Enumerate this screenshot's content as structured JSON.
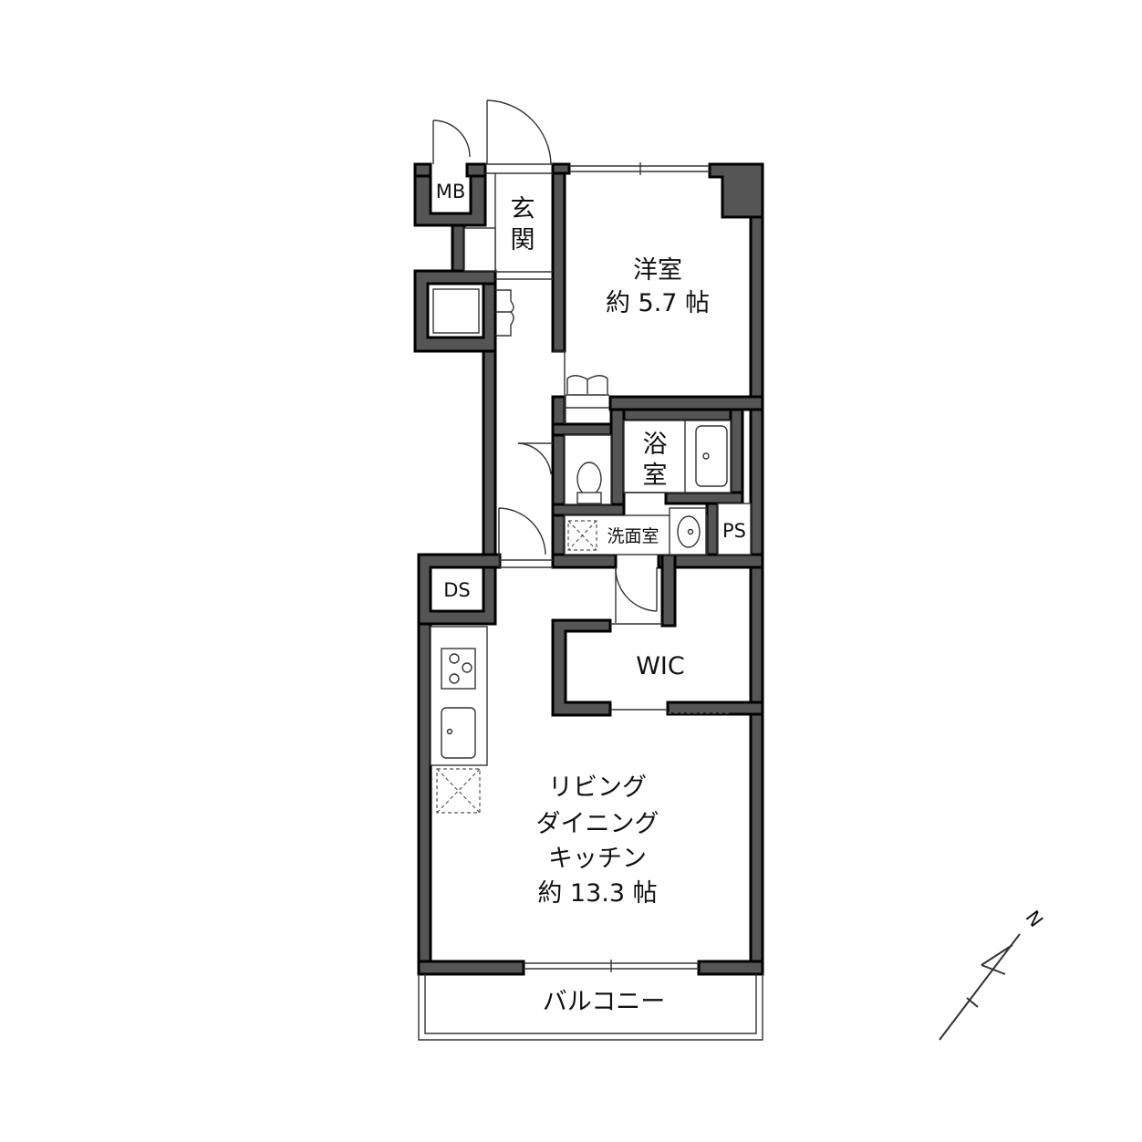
{
  "rooms": {
    "mb": "MB",
    "genkan": [
      "玄",
      "関"
    ],
    "yoshitsu": {
      "name": "洋室",
      "size": "約 5.7 帖"
    },
    "yokushitsu": [
      "浴",
      "室"
    ],
    "senmenshitsu": "洗面室",
    "ps": "PS",
    "ds": "DS",
    "wic": "WIC",
    "ldk": {
      "line1": "リビング",
      "line2": "ダイニング",
      "line3": "キッチン",
      "size": "約 13.3 帖"
    },
    "balcony": "バルコニー"
  },
  "compass": {
    "label": "N"
  },
  "colors": {
    "wall": "#555555",
    "outline": "#000000",
    "background": "#ffffff"
  }
}
